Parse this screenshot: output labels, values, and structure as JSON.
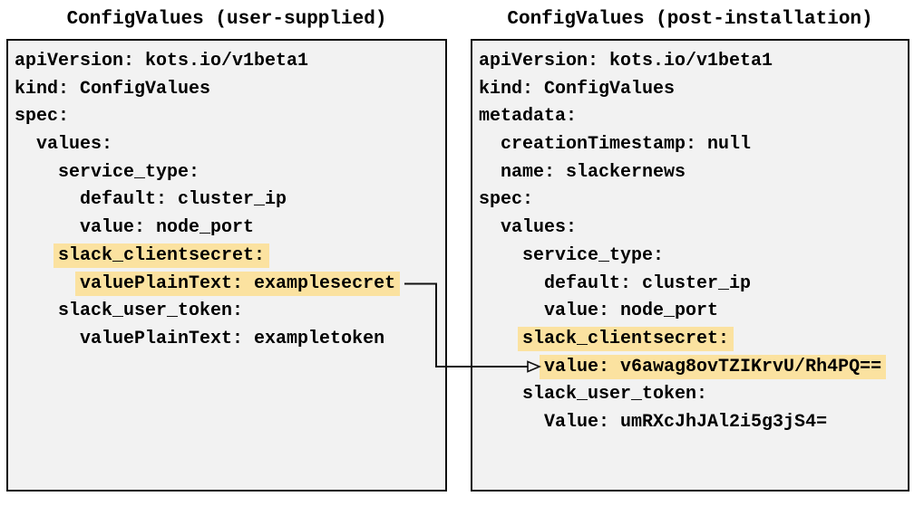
{
  "colors": {
    "background": "#ffffff",
    "box_fill": "#f2f2f2",
    "box_border": "#111111",
    "text": "#000000",
    "highlight": "#fbe2a0",
    "arrow": "#111111"
  },
  "left_panel": {
    "title": "ConfigValues (user-supplied)",
    "lines": [
      {
        "indent": "",
        "text": "apiVersion: kots.io/v1beta1",
        "highlight": false
      },
      {
        "indent": "",
        "text": "kind: ConfigValues",
        "highlight": false
      },
      {
        "indent": "",
        "text": "spec:",
        "highlight": false
      },
      {
        "indent": "  ",
        "text": "values:",
        "highlight": false
      },
      {
        "indent": "    ",
        "text": "service_type:",
        "highlight": false
      },
      {
        "indent": "      ",
        "text": "default: cluster_ip",
        "highlight": false
      },
      {
        "indent": "      ",
        "text": "value: node_port",
        "highlight": false
      },
      {
        "indent": "    ",
        "text": "slack_clientsecret:",
        "highlight": true
      },
      {
        "indent": "      ",
        "text": "valuePlainText: examplesecret",
        "highlight": true
      },
      {
        "indent": "    ",
        "text": "slack_user_token:",
        "highlight": false
      },
      {
        "indent": "      ",
        "text": "valuePlainText: exampletoken",
        "highlight": false
      }
    ]
  },
  "right_panel": {
    "title": "ConfigValues (post-installation)",
    "lines": [
      {
        "indent": "",
        "text": "apiVersion: kots.io/v1beta1",
        "highlight": false
      },
      {
        "indent": "",
        "text": "kind: ConfigValues",
        "highlight": false
      },
      {
        "indent": "",
        "text": "metadata:",
        "highlight": false
      },
      {
        "indent": "  ",
        "text": "creationTimestamp: null",
        "highlight": false
      },
      {
        "indent": "  ",
        "text": "name: slackernews",
        "highlight": false
      },
      {
        "indent": "",
        "text": "spec:",
        "highlight": false
      },
      {
        "indent": "  ",
        "text": "values:",
        "highlight": false
      },
      {
        "indent": "    ",
        "text": "service_type:",
        "highlight": false
      },
      {
        "indent": "      ",
        "text": "default: cluster_ip",
        "highlight": false
      },
      {
        "indent": "      ",
        "text": "value: node_port",
        "highlight": false
      },
      {
        "indent": "    ",
        "text": "slack_clientsecret:",
        "highlight": true
      },
      {
        "indent": "      ",
        "text": "value: v6awag8ovTZIKrvU/Rh4PQ==",
        "highlight": true
      },
      {
        "indent": "    ",
        "text": "slack_user_token:",
        "highlight": false
      },
      {
        "indent": "      ",
        "text": "Value: umRXcJhJAl2i5g3jS4=",
        "highlight": false
      }
    ]
  },
  "arrow": {
    "from": "valuePlainText: examplesecret",
    "to": "value: v6awag8ovTZIKrvU/Rh4PQ=="
  }
}
